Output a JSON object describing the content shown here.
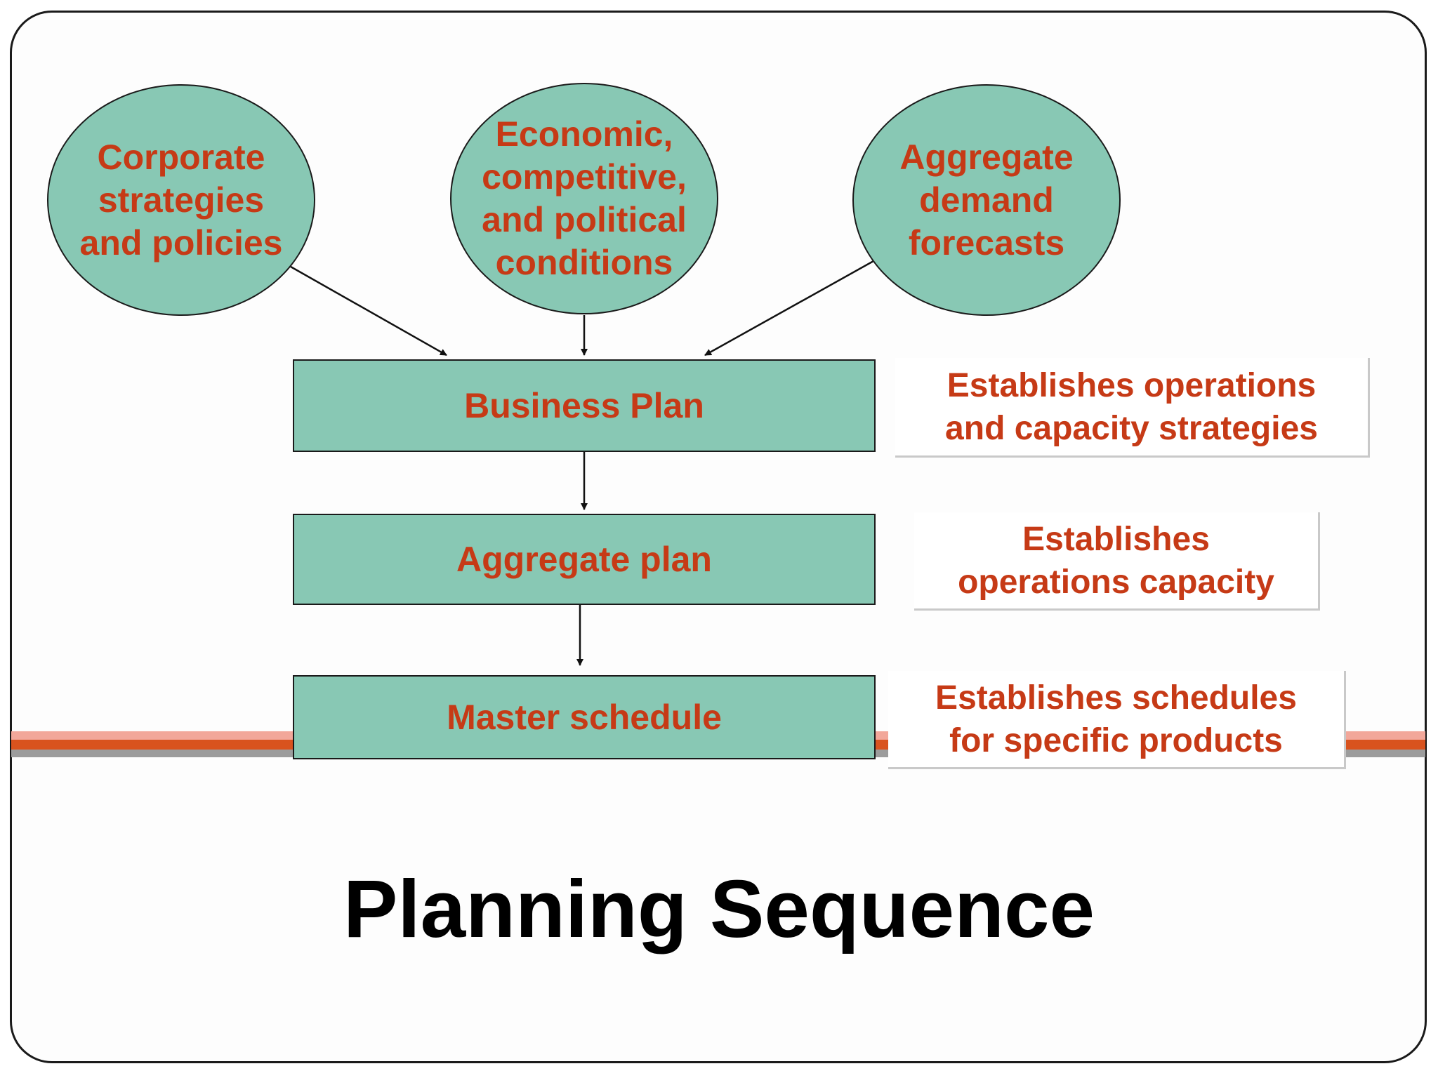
{
  "inputs": [
    {
      "label": "Corporate\nstrategies\nand policies"
    },
    {
      "label": "Economic,\ncompetitive,\nand political\nconditions"
    },
    {
      "label": "Aggregate\ndemand\nforecasts"
    }
  ],
  "plans": [
    {
      "label": "Business Plan",
      "note": "Establishes operations\nand capacity strategies"
    },
    {
      "label": "Aggregate plan",
      "note": "Establishes\noperations capacity"
    },
    {
      "label": "Master schedule",
      "note": "Establishes schedules\nfor specific products"
    }
  ],
  "title": "Planning Sequence",
  "colors": {
    "node_fill": "#88c8b4",
    "text_accent": "#c63a16",
    "stripe_orange": "#d9531e"
  }
}
